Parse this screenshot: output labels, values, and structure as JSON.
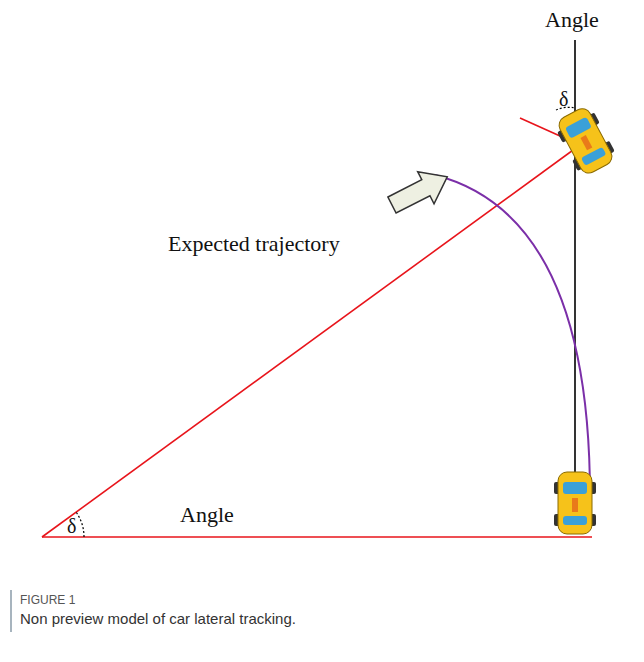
{
  "diagram": {
    "caption": "Non preview model of car lateral tracking.",
    "labels": [
      "Angle",
      "δ",
      "Expected trajectory",
      "Angle",
      "δ",
      "FIGURE 1"
    ]
  }
}
